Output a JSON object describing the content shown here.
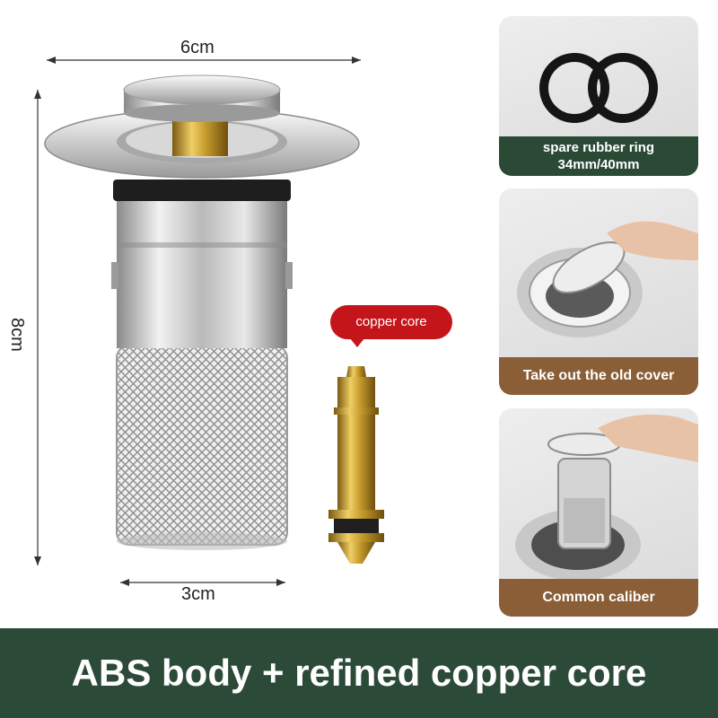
{
  "dimensions": {
    "width_label": "6cm",
    "height_label": "8cm",
    "bottom_label": "3cm"
  },
  "callout": {
    "label": "copper core"
  },
  "cards": [
    {
      "caption_line1": "spare rubber ring",
      "caption_line2": "34mm/40mm"
    },
    {
      "caption": "Take out the old cover"
    },
    {
      "caption": "Common caliber"
    }
  ],
  "banner": {
    "text": "ABS body + refined copper core"
  },
  "colors": {
    "banner_bg": "#2c4a38",
    "card_caption_green": "#2a4a36",
    "card_caption_brown": "#8a5e36",
    "callout_red": "#c4151b",
    "copper": "#c9a23a"
  }
}
